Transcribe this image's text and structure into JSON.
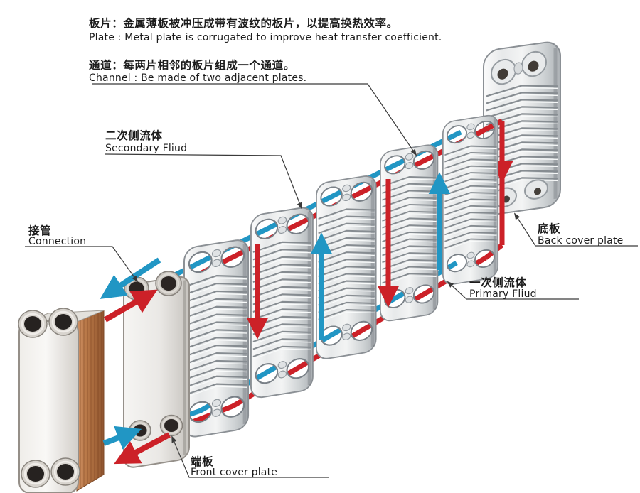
{
  "colors": {
    "primary_flow": "#cc2128",
    "secondary_flow": "#2196c4",
    "leader_line": "#3a3a3a",
    "copper": "#b87848",
    "steel": "#dfe1e3"
  },
  "labels": {
    "plate": {
      "cn": "板片：金属薄板被冲压成带有波纹的板片，以提高换热效率。",
      "en": "Plate : Metal plate is corrugated to improve heat transfer coefficient."
    },
    "channel": {
      "cn": "通道：每两片相邻的板片组成一个通道。",
      "en": "Channel : Be made of two adjacent plates."
    },
    "secondary_fluid": {
      "cn": "二次侧流体",
      "en": "Secondary Fliud"
    },
    "connection": {
      "cn": "接管",
      "en": "Connection"
    },
    "back_cover_plate": {
      "cn": "底板",
      "en": "Back cover plate"
    },
    "primary_fluid": {
      "cn": "一次侧流体",
      "en": "Primary Fliud"
    },
    "front_cover_plate": {
      "cn": "端板",
      "en": "Front cover plate"
    }
  },
  "structure": {
    "corrugated_plate_count": 5
  }
}
